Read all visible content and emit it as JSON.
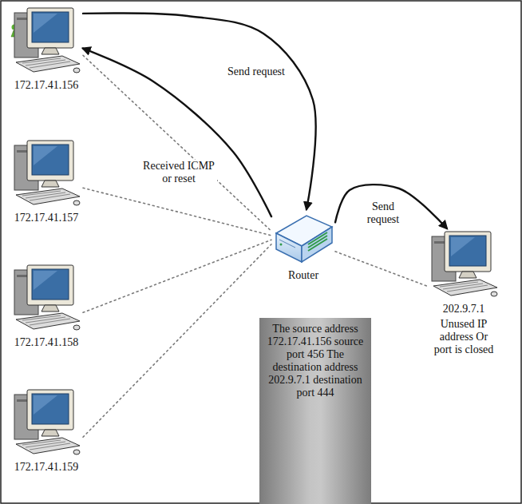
{
  "diagram": {
    "nodes": [
      {
        "text": [
          "172.17.41.156"
        ]
      },
      {
        "text": [
          "172.17.41.157"
        ]
      },
      {
        "text": [
          "172.17.41.158"
        ]
      },
      {
        "text": [
          "172.17.41.159"
        ]
      },
      {
        "text": [
          "Router"
        ]
      },
      {
        "text": [
          "The source address 172.17.41.156 source port 456 The destination address 202.9.7.1 destination port 444"
        ]
      },
      {
        "text": [
          "202.9.7.1",
          "Unused IP address Or port is closed"
        ]
      }
    ],
    "edges": [
      {
        "from": 0,
        "to": 4,
        "label": "Send request",
        "arrow": "to"
      },
      {
        "from": 4,
        "to": 0,
        "label": "Received ICMP or reset",
        "arrow": "to"
      },
      {
        "from": 0,
        "to": 4,
        "arrow": "none"
      },
      {
        "from": 1,
        "to": 4,
        "arrow": "none"
      },
      {
        "from": 2,
        "to": 4,
        "arrow": "none"
      },
      {
        "from": 3,
        "to": 4,
        "arrow": "none"
      },
      {
        "from": 4,
        "to": 6,
        "label": "Send request",
        "arrow": "to"
      },
      {
        "from": 4,
        "to": 6,
        "arrow": "none"
      }
    ]
  }
}
